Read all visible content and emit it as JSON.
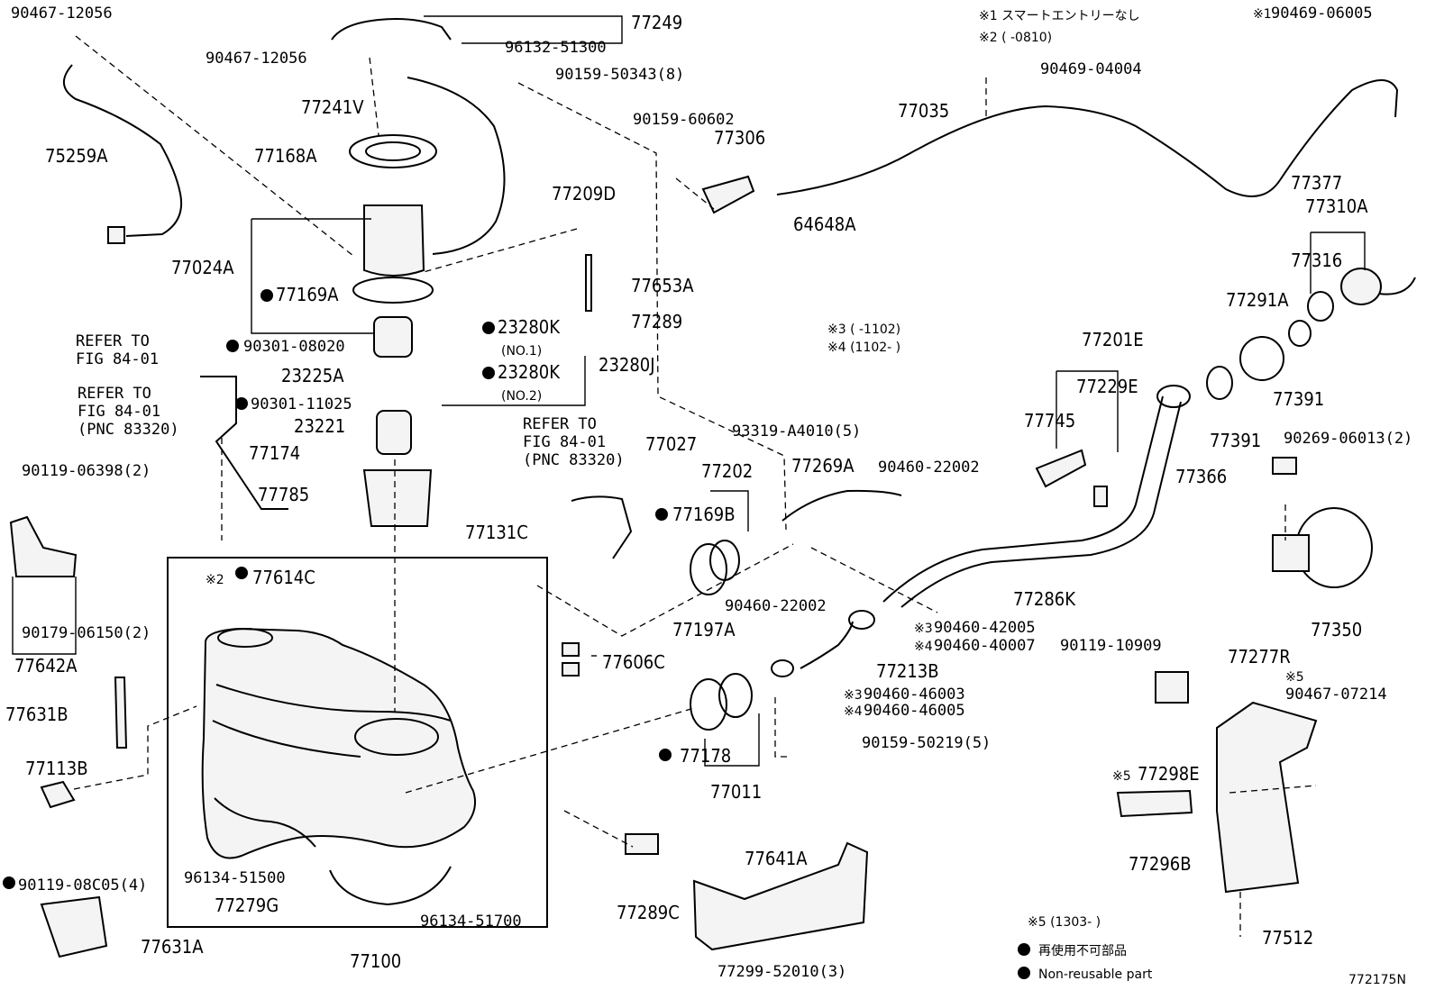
{
  "diagram": {
    "code": "772175N",
    "notes": {
      "n1": "※1 スマートエントリーなし",
      "n2": "※2 (      -0810)",
      "n3": "※3 (   -1102)",
      "n4": "※4 (1102-    )",
      "n5": "※5 (1303-    )",
      "legend_ja": "再使用不可部品",
      "legend_en": "Non-reusable part"
    },
    "labels": [
      {
        "id": "l1",
        "text": "90467-12056"
      },
      {
        "id": "l2",
        "text": "77249"
      },
      {
        "id": "l3",
        "text": "96132-51300"
      },
      {
        "id": "l4",
        "text": "90467-12056"
      },
      {
        "id": "l5",
        "text": "90159-50343(8)"
      },
      {
        "id": "l6",
        "text": "77241V"
      },
      {
        "id": "l7",
        "text": "75259A"
      },
      {
        "id": "l8",
        "text": "77168A"
      },
      {
        "id": "l9",
        "text": "77209D"
      },
      {
        "id": "l10",
        "text": "77024A"
      },
      {
        "id": "l11",
        "text": "77169A"
      },
      {
        "id": "l12",
        "text": "77653A"
      },
      {
        "id": "l13",
        "text": "77289"
      },
      {
        "id": "l14",
        "text": "REFER TO"
      },
      {
        "id": "l15",
        "text": "FIG 84-01"
      },
      {
        "id": "l16",
        "text": "90301-08020"
      },
      {
        "id": "l17",
        "text": "23280K"
      },
      {
        "id": "l18",
        "text": "(NO.1)"
      },
      {
        "id": "l19",
        "text": "23280J"
      },
      {
        "id": "l20",
        "text": "23225A"
      },
      {
        "id": "l21",
        "text": "23280K"
      },
      {
        "id": "l22",
        "text": "(NO.2)"
      },
      {
        "id": "l23",
        "text": "REFER TO"
      },
      {
        "id": "l24",
        "text": "FIG 84-01"
      },
      {
        "id": "l25",
        "text": "(PNC 83320)"
      },
      {
        "id": "l26",
        "text": "90301-11025"
      },
      {
        "id": "l27",
        "text": "23221"
      },
      {
        "id": "l28",
        "text": "REFER TO"
      },
      {
        "id": "l29",
        "text": "FIG 84-01"
      },
      {
        "id": "l30",
        "text": "(PNC 83320)"
      },
      {
        "id": "l31",
        "text": "77174"
      },
      {
        "id": "l32",
        "text": "77785"
      },
      {
        "id": "l33",
        "text": "77131C"
      },
      {
        "id": "l34",
        "text": "90119-06398(2)"
      },
      {
        "id": "l35",
        "text": "77614C"
      },
      {
        "id": "l36",
        "text": "90179-06150(2)"
      },
      {
        "id": "l37",
        "text": "77642A"
      },
      {
        "id": "l38",
        "text": "77631B"
      },
      {
        "id": "l39",
        "text": "77113B"
      },
      {
        "id": "l40",
        "text": "90119-08C05(4)"
      },
      {
        "id": "l41",
        "text": "96134-51500"
      },
      {
        "id": "l42",
        "text": "77279G"
      },
      {
        "id": "l43",
        "text": "96134-51700"
      },
      {
        "id": "l44",
        "text": "77631A"
      },
      {
        "id": "l45",
        "text": "77100"
      },
      {
        "id": "l46",
        "text": "77606C"
      },
      {
        "id": "l47",
        "text": "77027"
      },
      {
        "id": "l48",
        "text": "77169B"
      },
      {
        "id": "l49",
        "text": "77202"
      },
      {
        "id": "l50",
        "text": "77197A"
      },
      {
        "id": "l51",
        "text": "90460-22002"
      },
      {
        "id": "l52",
        "text": "93319-A4010(5)"
      },
      {
        "id": "l53",
        "text": "77269A"
      },
      {
        "id": "l54",
        "text": "90460-22002"
      },
      {
        "id": "l55",
        "text": "77178"
      },
      {
        "id": "l56",
        "text": "77011"
      },
      {
        "id": "l57",
        "text": "90159-50219(5)"
      },
      {
        "id": "l58",
        "text": "77213B"
      },
      {
        "id": "l59",
        "text": "90460-46003"
      },
      {
        "id": "l60",
        "text": "90460-46005"
      },
      {
        "id": "l61",
        "text": "90460-42005"
      },
      {
        "id": "l62",
        "text": "90460-40007"
      },
      {
        "id": "l63",
        "text": "77286K"
      },
      {
        "id": "l64",
        "text": "77641A"
      },
      {
        "id": "l65",
        "text": "77289C"
      },
      {
        "id": "l66",
        "text": "77299-52010(3)"
      },
      {
        "id": "l67",
        "text": "90159-60602"
      },
      {
        "id": "l68",
        "text": "77306"
      },
      {
        "id": "l69",
        "text": "64648A"
      },
      {
        "id": "l70",
        "text": "77035"
      },
      {
        "id": "l71",
        "text": "90469-04004"
      },
      {
        "id": "l72",
        "text": "90469-06005"
      },
      {
        "id": "l73",
        "text": "77377"
      },
      {
        "id": "l74",
        "text": "77310A"
      },
      {
        "id": "l75",
        "text": "77316"
      },
      {
        "id": "l76",
        "text": "77291A"
      },
      {
        "id": "l77",
        "text": "77391"
      },
      {
        "id": "l78",
        "text": "77391"
      },
      {
        "id": "l79",
        "text": "77201E"
      },
      {
        "id": "l80",
        "text": "77229E"
      },
      {
        "id": "l81",
        "text": "77745"
      },
      {
        "id": "l82",
        "text": "90269-06013(2)"
      },
      {
        "id": "l83",
        "text": "77366"
      },
      {
        "id": "l84",
        "text": "77350"
      },
      {
        "id": "l85",
        "text": "90119-10909"
      },
      {
        "id": "l86",
        "text": "77277R"
      },
      {
        "id": "l87",
        "text": "90467-07214"
      },
      {
        "id": "l88",
        "text": "77298E"
      },
      {
        "id": "l89",
        "text": "77296B"
      },
      {
        "id": "l90",
        "text": "77512"
      }
    ],
    "marks": {
      "x3": "※3",
      "x4": "※4",
      "x5": "※5",
      "x2": "※2",
      "x1": "※1"
    }
  }
}
